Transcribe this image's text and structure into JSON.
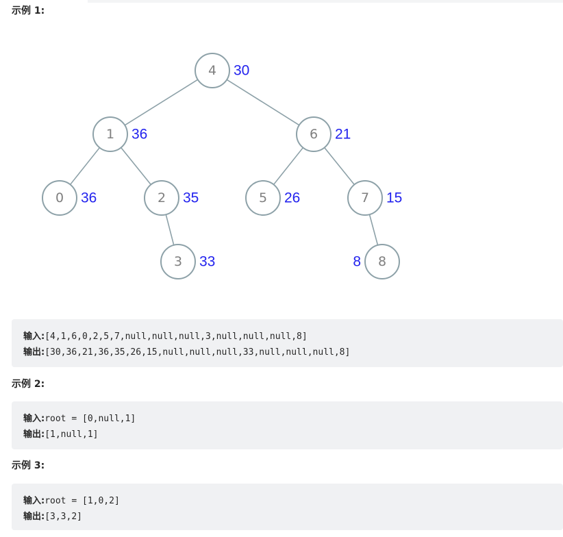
{
  "example1": {
    "heading": "示例 1:",
    "tree": {
      "nodes": [
        {
          "id": "4",
          "sum": "30"
        },
        {
          "id": "1",
          "sum": "36"
        },
        {
          "id": "6",
          "sum": "21"
        },
        {
          "id": "0",
          "sum": "36"
        },
        {
          "id": "2",
          "sum": "35"
        },
        {
          "id": "5",
          "sum": "26"
        },
        {
          "id": "7",
          "sum": "15"
        },
        {
          "id": "3",
          "sum": "33"
        },
        {
          "id": "8",
          "sum": "8"
        }
      ],
      "edges": [
        [
          "4",
          "1"
        ],
        [
          "4",
          "6"
        ],
        [
          "1",
          "0"
        ],
        [
          "1",
          "2"
        ],
        [
          "6",
          "5"
        ],
        [
          "6",
          "7"
        ],
        [
          "2",
          "3"
        ],
        [
          "7",
          "8"
        ]
      ]
    },
    "input_label": "输入:",
    "input_value": "[4,1,6,0,2,5,7,null,null,null,3,null,null,null,8]",
    "output_label": "输出:",
    "output_value": "[30,36,21,36,35,26,15,null,null,null,33,null,null,null,8]"
  },
  "example2": {
    "heading": "示例 2:",
    "input_label": "输入:",
    "input_value": "root = [0,null,1]",
    "output_label": "输出:",
    "output_value": "[1,null,1]"
  },
  "example3": {
    "heading": "示例 3:",
    "input_label": "输入:",
    "input_value": "root = [1,0,2]",
    "output_label": "输出:",
    "output_value": "[3,3,2]"
  },
  "colors": {
    "node_stroke": "#8da1a8",
    "node_text": "#7f7f7f",
    "sum_text": "#2222ee",
    "code_bg": "#f0f1f3"
  }
}
